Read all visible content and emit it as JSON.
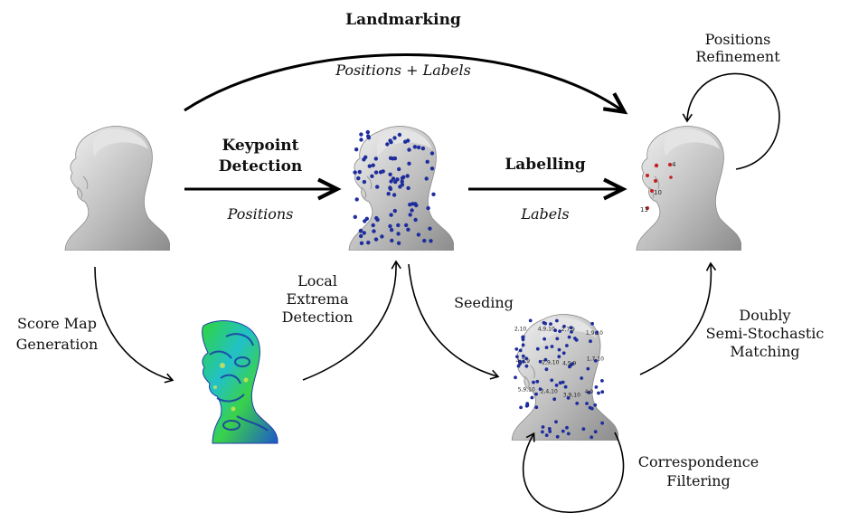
{
  "top": {
    "title": "Landmarking",
    "subtitle": "Positions + Labels"
  },
  "keypoint": {
    "line1": "Keypoint",
    "line2": "Detection",
    "sub": "Positions"
  },
  "labelling": {
    "title": "Labelling",
    "sub": "Labels"
  },
  "refine": {
    "line1": "Positions",
    "line2": "Refinement"
  },
  "scoremap": {
    "line1": "Score Map",
    "line2": "Generation"
  },
  "extrema": {
    "line1": "Local",
    "line2": "Extrema",
    "line3": "Detection"
  },
  "seeding": {
    "label": "Seeding"
  },
  "doubly": {
    "line1": "Doubly",
    "line2": "Semi-Stochastic",
    "line3": "Matching"
  },
  "filtering": {
    "line1": "Correspondence",
    "line2": "Filtering"
  },
  "landmark_ids": [
    "4",
    "10",
    "13"
  ],
  "seed_tags": [
    "2,10",
    "4,9,10",
    "2,7,9",
    "1,9,10",
    "4,7,9",
    "2,9,10",
    "4,5,9",
    "1,7,10",
    "5,9,10",
    "2,4,10",
    "3,9,10",
    "4,9"
  ],
  "colors": {
    "head": "#c9c9c9",
    "keypoint": "#1e2d9c",
    "landmark": "#c22020",
    "arrow": "#000000"
  }
}
